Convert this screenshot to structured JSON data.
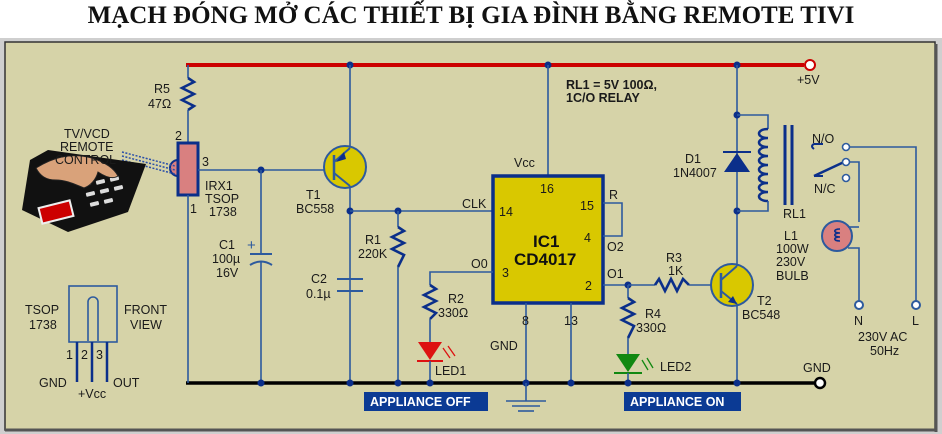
{
  "title": "MẠCH ĐÓNG MỞ CÁC THIẾT BỊ GIA ĐÌNH BẰNG REMOTE TIVI",
  "colors": {
    "background": "#d6d3a8",
    "vcc_rail": "#cc0000",
    "gnd_rail": "#000000",
    "wire": "#2d5a9e",
    "component_outline": "#0b2f8a",
    "ic_fill": "#d9c800",
    "tsop_fill": "#d98080",
    "led1": "#dd1111",
    "led2": "#118811",
    "tag_bg": "#0b3a94"
  },
  "rails": {
    "vcc": "+5V",
    "gnd": "GND"
  },
  "remote": {
    "label_lines": [
      "TV/VCD",
      "REMOTE",
      "CONTROL"
    ]
  },
  "irx1": {
    "ref": "IRX1",
    "part_lines": [
      "TSOP",
      "1738"
    ],
    "pins": {
      "p1": "1",
      "p2": "2",
      "p3": "3"
    }
  },
  "r5": {
    "ref": "R5",
    "value": "47Ω"
  },
  "c1": {
    "ref": "C1",
    "value": "100µ",
    "rating": "16V",
    "polarity": "+"
  },
  "t1": {
    "ref": "T1",
    "part": "BC558"
  },
  "r1": {
    "ref": "R1",
    "value": "220K"
  },
  "c2": {
    "ref": "C2",
    "value": "0.1µ"
  },
  "ic1": {
    "ref": "IC1",
    "part": "CD4017",
    "pins": {
      "vcc_pin": "16",
      "clk_pin": "14",
      "reset_pin": "15",
      "o2_pin": "4",
      "o0_pin": "3",
      "o1_pin": "2",
      "gnd_pin": "8",
      "ce_pin": "13"
    },
    "pin_labels": {
      "vcc": "Vcc",
      "clk": "CLK",
      "reset": "R",
      "o2": "O2",
      "o0": "O0",
      "o1": "O1",
      "gnd": "GND"
    }
  },
  "r2": {
    "ref": "R2",
    "value": "330Ω"
  },
  "led1": {
    "ref": "LED1"
  },
  "r3": {
    "ref": "R3",
    "value": "1K"
  },
  "r4": {
    "ref": "R4",
    "value": "330Ω"
  },
  "led2": {
    "ref": "LED2"
  },
  "t2": {
    "ref": "T2",
    "part": "BC548"
  },
  "d1": {
    "ref": "D1",
    "part": "1N4007"
  },
  "rl1": {
    "ref": "RL1",
    "note_lines": [
      "RL1 = 5V 100Ω,",
      "1C/O RELAY"
    ],
    "contacts": {
      "no": "N/O",
      "nc": "N/C"
    }
  },
  "l1": {
    "ref": "L1",
    "spec_lines": [
      "100W",
      "230V",
      "BULB"
    ]
  },
  "mains": {
    "n": "N",
    "l": "L",
    "spec_lines": [
      "230V AC",
      "50Hz"
    ]
  },
  "tsop_pinout": {
    "name_lines": [
      "TSOP",
      "1738"
    ],
    "view_lines": [
      "FRONT",
      "VIEW"
    ],
    "pin_numbers": [
      "1",
      "2",
      "3"
    ],
    "pin_names": [
      "GND",
      "+Vcc",
      "OUT"
    ]
  },
  "tags": {
    "off": "APPLIANCE OFF",
    "on": "APPLIANCE ON"
  }
}
